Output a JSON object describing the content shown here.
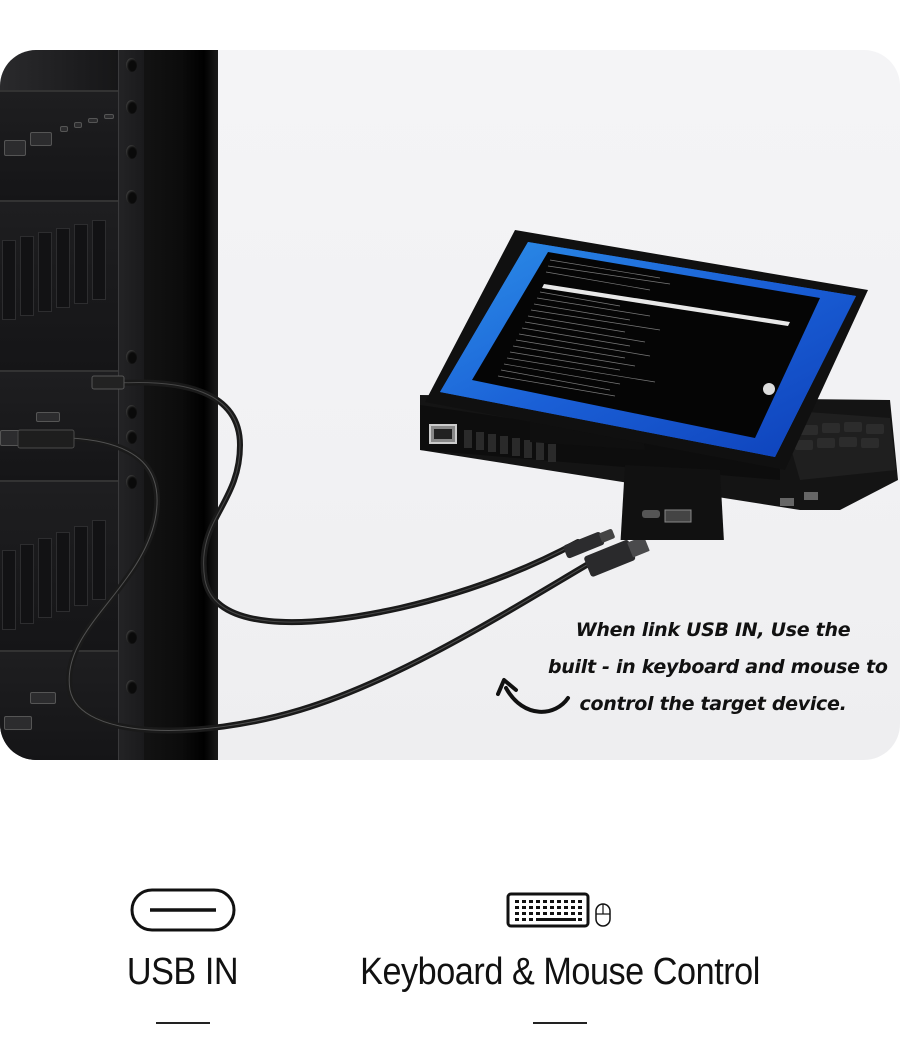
{
  "hero": {
    "caption_lines": [
      "When link USB IN, Use the",
      "built - in keyboard and mouse to",
      "control the target device."
    ],
    "colors": {
      "background": "#f2f2f4",
      "rack": "#151517",
      "screen_blue": "#1a5fd6",
      "terminal": "#050505"
    }
  },
  "features": [
    {
      "label": "USB IN",
      "icon": "usb-c-port-icon"
    },
    {
      "label": "Keyboard & Mouse Control",
      "icon": "keyboard-mouse-icon"
    }
  ]
}
